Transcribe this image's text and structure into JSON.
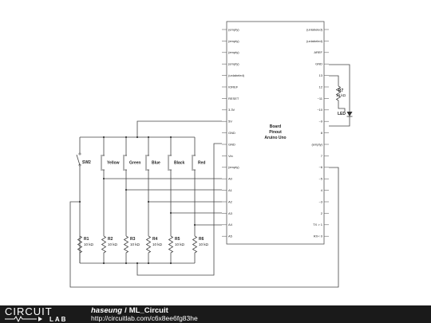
{
  "board": {
    "name_lines": [
      "Board",
      "Pinout",
      "Aruino Uno"
    ],
    "left_pins": [
      "(empty)",
      "(empty)",
      "(empty)",
      "(empty)",
      "(unlabeled)",
      "IOREF",
      "RESET",
      "3.3V",
      "5V",
      "GND",
      "GND",
      "Vin",
      "(empty)",
      "A0",
      "A1",
      "A2",
      "A3",
      "A4",
      "A5"
    ],
    "right_pins": [
      "(unlabeled)",
      "(unlabeled)",
      "AREF",
      "GND",
      "13",
      "12",
      "~11",
      "~10",
      "~9",
      "8",
      "(empty)",
      "7",
      "~6",
      "~5",
      "4",
      "~3",
      "2",
      "TX > 1",
      "RX< 0"
    ]
  },
  "switch": {
    "label": "SW2"
  },
  "buttons": [
    "Yellow",
    "Green",
    "Blue",
    "Black",
    "Red"
  ],
  "resistors": [
    {
      "name": "R1",
      "value": "10 kΩ"
    },
    {
      "name": "R2",
      "value": "10 kΩ"
    },
    {
      "name": "R3",
      "value": "10 kΩ"
    },
    {
      "name": "R4",
      "value": "10 kΩ"
    },
    {
      "name": "R5",
      "value": "10 kΩ"
    },
    {
      "name": "R6",
      "value": "10 kΩ"
    }
  ],
  "led_resistor": {
    "name": "R7",
    "value": "10 kΩ"
  },
  "led": {
    "label": "LED"
  },
  "footer": {
    "logo_top": "CIRCUIT",
    "logo_bottom": "LAB",
    "author": "haseung",
    "separator": "/",
    "project": "ML_Circuit",
    "url": "http://circuitlab.com/c6x8ee6fg83he"
  }
}
